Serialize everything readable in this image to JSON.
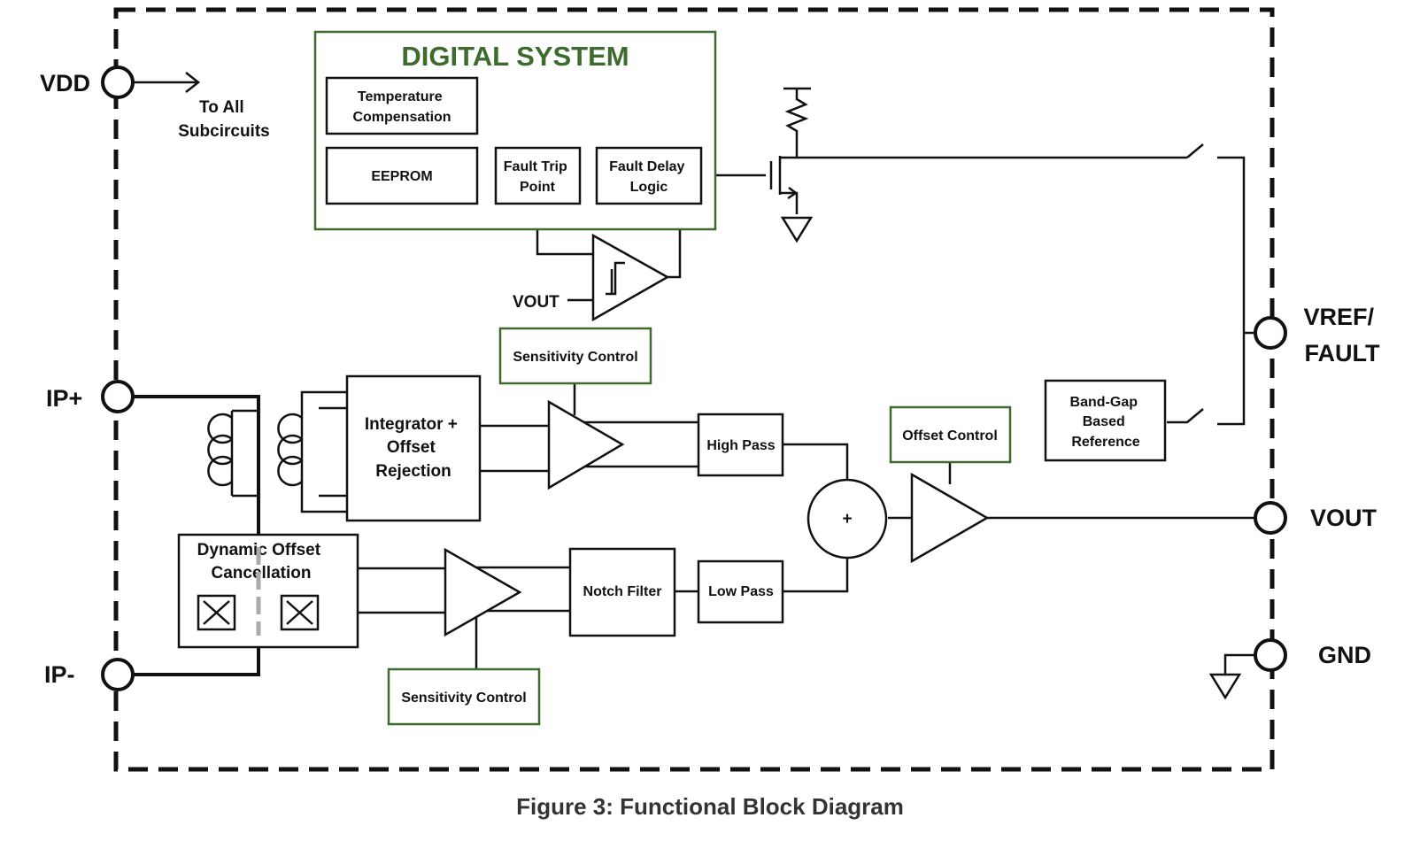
{
  "title": "DIGITAL SYSTEM",
  "caption": "Figure 3: Functional Block Diagram",
  "colors": {
    "green_border": "#3d6b2e",
    "title_green": "#3d6b2e",
    "line": "#111111",
    "caption": "#333333"
  },
  "pins": {
    "vdd": "VDD",
    "ip_plus": "IP+",
    "ip_minus": "IP-",
    "vref_line1": "VREF/",
    "vref_line2": "FAULT",
    "vout": "VOUT",
    "gnd": "GND"
  },
  "labels": {
    "to_all_line1": "To All",
    "to_all_line2": "Subcircuits",
    "vout_comparator_input": "VOUT"
  },
  "blocks": {
    "temperature_compensation": [
      "Temperature",
      "Compensation"
    ],
    "eeprom": [
      "EEPROM"
    ],
    "fault_trip_point": [
      "Fault Trip",
      "Point"
    ],
    "fault_delay_logic": [
      "Fault Delay",
      "Logic"
    ],
    "integrator": [
      "Integrator +",
      "Offset",
      "Rejection"
    ],
    "dynamic_offset": [
      "Dynamic Offset",
      "Cancellation"
    ],
    "high_pass": [
      "High Pass"
    ],
    "low_pass": [
      "Low Pass"
    ],
    "notch_filter": [
      "Notch Filter"
    ],
    "band_gap": [
      "Band-Gap",
      "Based",
      "Reference"
    ],
    "sensitivity_top": [
      "Sensitivity Control"
    ],
    "sensitivity_bottom": [
      "Sensitivity Control"
    ],
    "offset_control": [
      "Offset Control"
    ],
    "summer_symbol": [
      "+"
    ]
  },
  "icons": [
    "switch-icon",
    "resistor-icon",
    "transistor-icon",
    "ground-icon",
    "amplifier-icon",
    "comparator-icon",
    "coil-icon",
    "hall-cell-icon"
  ]
}
